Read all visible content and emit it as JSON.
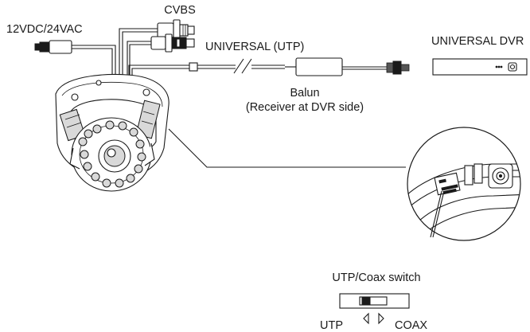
{
  "labels": {
    "cvbs": "CVBS",
    "power": "12VDC/24VAC",
    "utp": "UNIVERSAL (UTP)",
    "dvr": "UNIVERSAL DVR",
    "balun_title": "Balun",
    "balun_sub": "(Receiver at DVR side)",
    "switch_title": "UTP/Coax switch",
    "switch_left": "UTP",
    "switch_right": "COAX"
  },
  "icons": {
    "switch_left_arrow": "left-triangle-outline",
    "switch_right_arrow": "right-triangle-outline"
  }
}
